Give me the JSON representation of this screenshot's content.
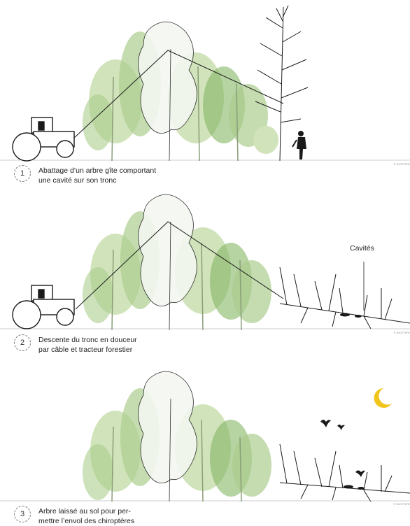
{
  "panels": [
    {
      "number": "1",
      "caption": "Abattage d’un arbre gîte comportant\nune cavité sur son tronc",
      "credit": "© BIOTOPE"
    },
    {
      "number": "2",
      "caption": "Descente du tronc en douceur\npar câble et tracteur forestier",
      "credit": "© BIOTOPE",
      "label": "Cavités"
    },
    {
      "number": "3",
      "caption": "Arbre laissé au sol pour per-\nmettre l’envol des chiroptères",
      "credit": "© BIOTOPE"
    }
  ],
  "colors": {
    "foliage_light": "#c9dfae",
    "foliage_mid": "#9cc47a",
    "foliage_dark": "#6fa84a",
    "outline": "#1a1a1a",
    "moon": "#f2c51c"
  },
  "icons": [
    "tractor-icon",
    "lumberjack-icon",
    "bat-icon",
    "moon-icon",
    "cavity-icon"
  ]
}
